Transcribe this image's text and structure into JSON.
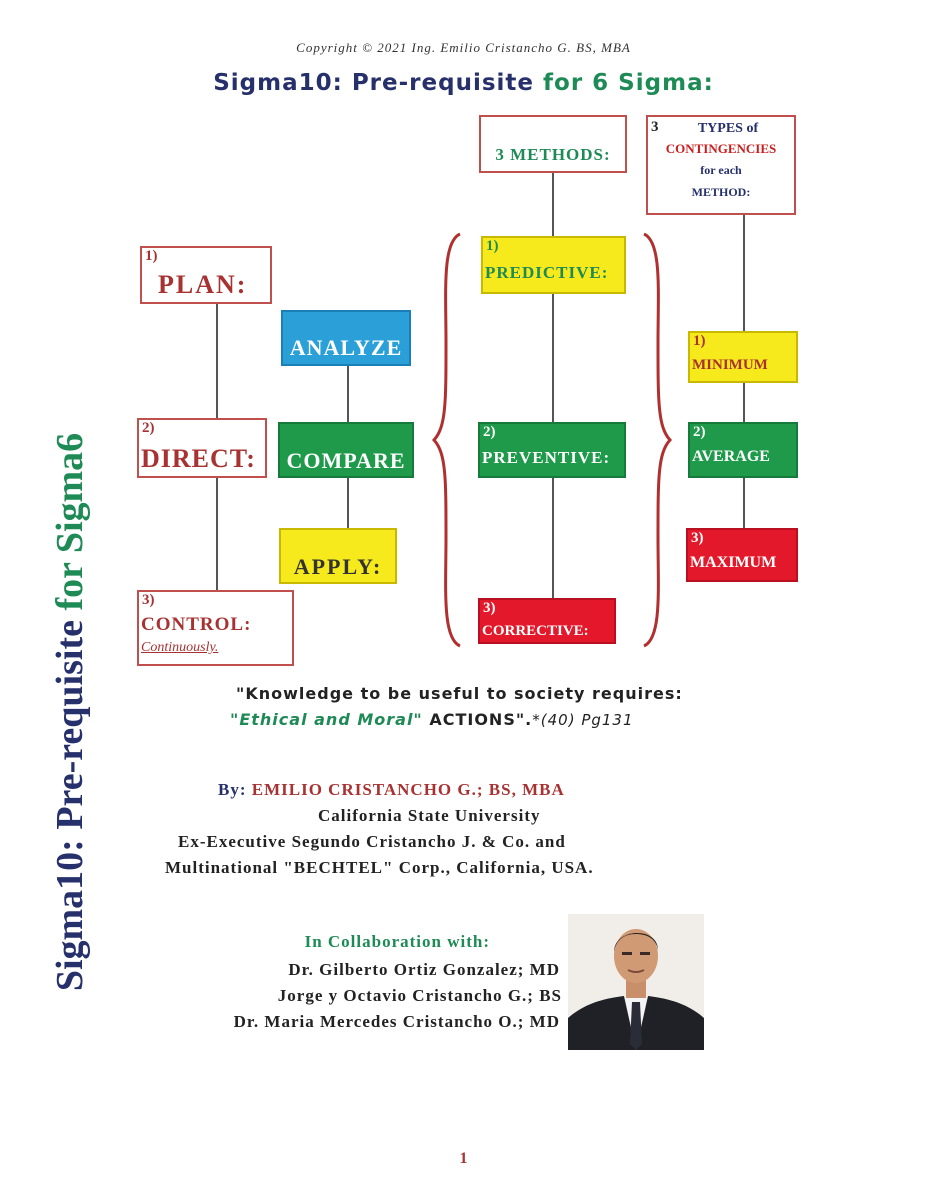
{
  "header": {
    "copyright": "Copyright © 2021 Ing. Emilio Cristancho G. BS, MBA",
    "title_main": "Sigma10:  Pre-requisite ",
    "title_green": "for 6 Sigma:"
  },
  "side_title": {
    "main": "Sigma10:  Pre-requisite ",
    "green": "for Sigma6"
  },
  "steps": [
    {
      "num": "1)",
      "label": "PLAN:"
    },
    {
      "num": "2)",
      "label": "DIRECT:"
    },
    {
      "num": "3)",
      "label": "CONTROL:",
      "sub": "Continuously."
    }
  ],
  "actions": [
    {
      "label": "ANALYZE",
      "color": "#2a9fd8"
    },
    {
      "label": "COMPARE",
      "color": "#1e9a4a"
    },
    {
      "label": "APPLY:",
      "color": "#f6e91c"
    }
  ],
  "methods_header": "3 METHODS:",
  "methods": [
    {
      "num": "1)",
      "label": "PREDICTIVE:",
      "color": "#f6e91c"
    },
    {
      "num": "2)",
      "label": "PREVENTIVE:",
      "color": "#1e9a4a"
    },
    {
      "num": "3)",
      "label": "CORRECTIVE:",
      "color": "#e3192b"
    }
  ],
  "contingencies_header": {
    "num": "3",
    "line1": "TYPES of",
    "line2": "CONTINGENCIES",
    "line3": "for each",
    "line4": "METHOD:"
  },
  "contingencies": [
    {
      "num": "1)",
      "label": "MINIMUM",
      "color": "#f6e91c"
    },
    {
      "num": "2)",
      "label": "AVERAGE",
      "color": "#1e9a4a"
    },
    {
      "num": "3)",
      "label": "MAXIMUM",
      "color": "#e3192b"
    }
  ],
  "quote": {
    "line1": "\"Knowledge to be useful to society requires:",
    "ethical": "\"Ethical and Moral\"",
    "actions": " ACTIONS\".",
    "ref": "*(40) Pg131"
  },
  "author": {
    "by": "By: ",
    "name": "EMILIO CRISTANCHO G.; BS, MBA",
    "line2": "California State University",
    "line3": "Ex-Executive Segundo  Cristancho  J. & Co. and",
    "line4": "Multinational \"BECHTEL\" Corp., California, USA."
  },
  "collaboration": {
    "heading": "In Collaboration with:",
    "names": [
      "Dr. Gilberto Ortiz Gonzalez; MD",
      "Jorge y Octavio Cristancho G.; BS",
      "Dr. Maria Mercedes Cristancho O.; MD"
    ]
  },
  "page_number": "1"
}
